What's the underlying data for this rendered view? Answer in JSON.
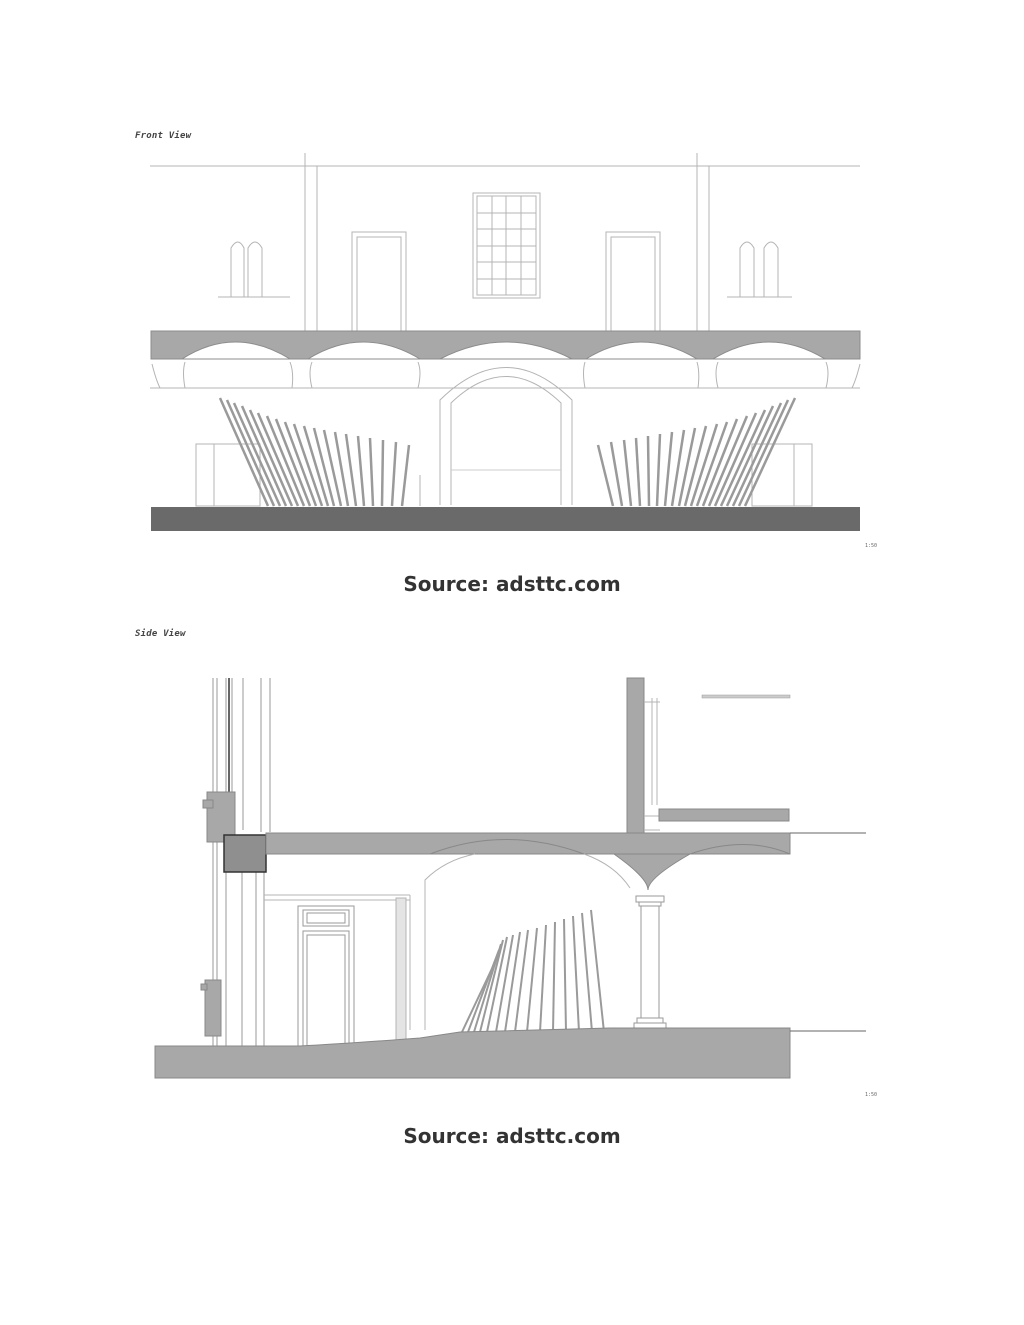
{
  "front": {
    "label": "Front View",
    "scale": "1:50",
    "caption": "Source: adsttc.com"
  },
  "side": {
    "label": "Side View",
    "scale": "1:50",
    "caption": "Source: adsttc.com"
  },
  "colors": {
    "fill_light": "#a8a8a8",
    "fill_dark": "#6a6a6a",
    "line": "#9a9a9a",
    "text": "#333333"
  }
}
